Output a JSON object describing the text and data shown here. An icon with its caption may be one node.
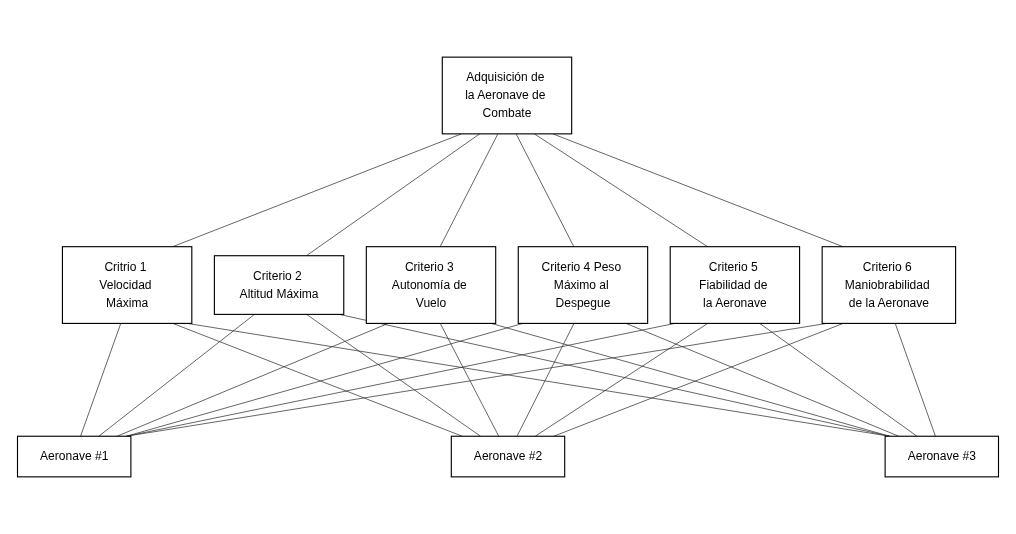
{
  "diagram": {
    "nodes": [
      {
        "text": [
          "Adquisición de la Aeronave de Combate"
        ]
      },
      {
        "text": [
          "Critrio 1 Velocidad Máxima"
        ]
      },
      {
        "text": [
          "Criterio 2 Altitud Máxima"
        ]
      },
      {
        "text": [
          "Criterio 3 Autonomía de Vuelo"
        ]
      },
      {
        "text": [
          "Criterio 4 Peso Máximo al Despegue"
        ]
      },
      {
        "text": [
          "Criterio 5 Fiabilidad de la Aeronave"
        ]
      },
      {
        "text": [
          "Criterio 6 Maniobrabilidad de la Aeronave"
        ]
      },
      {
        "text": [
          "Aeronave #1"
        ]
      },
      {
        "text": [
          "Aeronave #2"
        ]
      },
      {
        "text": [
          "Aeronave #3"
        ]
      }
    ],
    "edges": [
      {
        "from": 0,
        "to": 1,
        "arrow": "none"
      },
      {
        "from": 0,
        "to": 2,
        "arrow": "none"
      },
      {
        "from": 0,
        "to": 3,
        "arrow": "none"
      },
      {
        "from": 0,
        "to": 4,
        "arrow": "none"
      },
      {
        "from": 0,
        "to": 5,
        "arrow": "none"
      },
      {
        "from": 0,
        "to": 6,
        "arrow": "none"
      },
      {
        "from": 1,
        "to": 7,
        "arrow": "none"
      },
      {
        "from": 1,
        "to": 8,
        "arrow": "none"
      },
      {
        "from": 1,
        "to": 9,
        "arrow": "none"
      },
      {
        "from": 2,
        "to": 7,
        "arrow": "none"
      },
      {
        "from": 2,
        "to": 8,
        "arrow": "none"
      },
      {
        "from": 2,
        "to": 9,
        "arrow": "none"
      },
      {
        "from": 3,
        "to": 7,
        "arrow": "none"
      },
      {
        "from": 3,
        "to": 8,
        "arrow": "none"
      },
      {
        "from": 3,
        "to": 9,
        "arrow": "none"
      },
      {
        "from": 4,
        "to": 7,
        "arrow": "none"
      },
      {
        "from": 4,
        "to": 8,
        "arrow": "none"
      },
      {
        "from": 4,
        "to": 9,
        "arrow": "none"
      },
      {
        "from": 5,
        "to": 7,
        "arrow": "none"
      },
      {
        "from": 5,
        "to": 8,
        "arrow": "none"
      },
      {
        "from": 5,
        "to": 9,
        "arrow": "none"
      },
      {
        "from": 6,
        "to": 7,
        "arrow": "none"
      },
      {
        "from": 6,
        "to": 8,
        "arrow": "none"
      },
      {
        "from": 6,
        "to": 9,
        "arrow": "none"
      }
    ]
  }
}
